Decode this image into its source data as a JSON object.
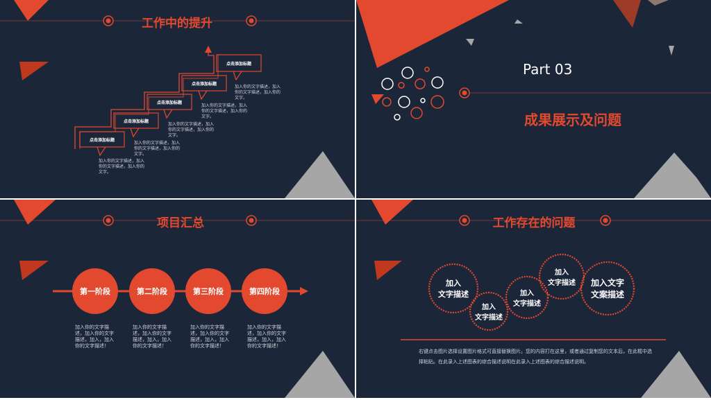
{
  "slide1": {
    "title": "工作中的提升",
    "steps": [
      {
        "label": "点击添加标题",
        "desc": "加入你的文字描述，加入你的文字描述，加入你的文字。"
      },
      {
        "label": "点击添加标题",
        "desc": "加入你的文字描述，加入你的文字描述，加入你的文字。"
      },
      {
        "label": "点击添加标题",
        "desc": "加入你的文字描述，加入你的文字描述，加入你的文字。"
      },
      {
        "label": "点击添加标题",
        "desc": "加入你的文字描述，加入你的文字描述，加入你的文字。"
      },
      {
        "label": "点击添加标题",
        "desc": "加入你的文字描述，加入你的文字描述，加入你的文字。"
      }
    ]
  },
  "slide2": {
    "part": "Part 03",
    "section_title": "成果展示及问题"
  },
  "slide3": {
    "title": "项目汇总",
    "stages": [
      {
        "label": "第一阶段",
        "desc": "加入你的文字描述，加入你的文字描述，加入，加入你的文字描述！"
      },
      {
        "label": "第二阶段",
        "desc": "加入你的文字描述，加入你的文字描述，加入，加入你的文字描述！"
      },
      {
        "label": "第三阶段",
        "desc": "加入你的文字描述，加入你的文字描述，加入，加入你的文字描述！"
      },
      {
        "label": "第四阶段",
        "desc": "加入你的文字描述，加入你的文字描述，加入，加入你的文字描述！"
      }
    ]
  },
  "slide4": {
    "title": "工作存在的问题",
    "gears": [
      {
        "line1": "加入",
        "line2": "文字描述"
      },
      {
        "line1": "加入",
        "line2": "文字描述"
      },
      {
        "line1": "加入",
        "line2": "文字描述"
      },
      {
        "line1": "加入",
        "line2": "文字描述"
      },
      {
        "line1": "加入文字",
        "line2": "文案描述"
      }
    ],
    "bottom_text": "右键点击图片选择设置图片格式可直接替换图片。您的内容打在这里，或者通过复制您的文本后，在此框中选择粘贴。在此录入上述图表的综合描述说明在此录入上述图表的综合描述说明。"
  },
  "colors": {
    "background": "#1c2639",
    "accent": "#e2492f",
    "gray": "#a6a6a6"
  }
}
